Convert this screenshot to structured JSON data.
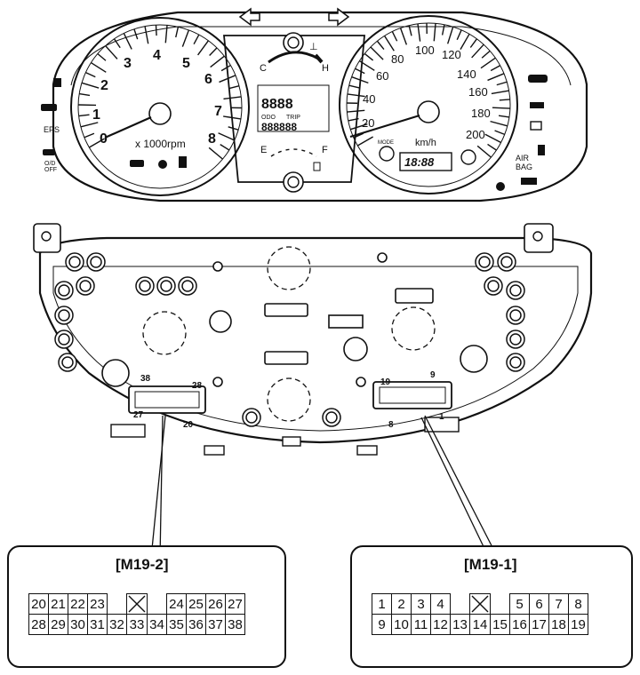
{
  "cluster": {
    "tacho_numbers": [
      "1",
      "2",
      "3",
      "4",
      "5",
      "6",
      "7",
      "8",
      "0"
    ],
    "tacho_unit": "x 1000rpm",
    "speedo_numbers": [
      "20",
      "40",
      "60",
      "80",
      "100",
      "120",
      "140",
      "160",
      "180",
      "200"
    ],
    "speedo_unit": "km/h",
    "temp_cold": "C",
    "temp_hot": "H",
    "fuel_empty": "E",
    "fuel_full": "F",
    "clock_display": "18:88",
    "odo_display": "8888",
    "odo_label": "ODO",
    "trip_label": "TRIP",
    "odo_total": "888888",
    "mode_label": "MODE",
    "left_labels": [
      "EPS",
      "O/D",
      "OFF"
    ],
    "right_labels": [
      "AIR",
      "BAG"
    ]
  },
  "back": {
    "m19_2_corners": [
      "38",
      "28",
      "27",
      "20"
    ],
    "m19_1_corners": [
      "19",
      "9",
      "8",
      "1"
    ]
  },
  "connectors": {
    "m19_2": {
      "title": "[M19-2]",
      "row1_left": [
        "20",
        "21",
        "22",
        "23"
      ],
      "row1_right": [
        "24",
        "25",
        "26",
        "27"
      ],
      "row2": [
        "28",
        "29",
        "30",
        "31",
        "32",
        "33",
        "34",
        "35",
        "36",
        "37",
        "38"
      ]
    },
    "m19_1": {
      "title": "[M19-1]",
      "row1_left": [
        "1",
        "2",
        "3",
        "4"
      ],
      "row1_right": [
        "5",
        "6",
        "7",
        "8"
      ],
      "row2": [
        "9",
        "10",
        "11",
        "12",
        "13",
        "14",
        "15",
        "16",
        "17",
        "18",
        "19"
      ]
    }
  }
}
